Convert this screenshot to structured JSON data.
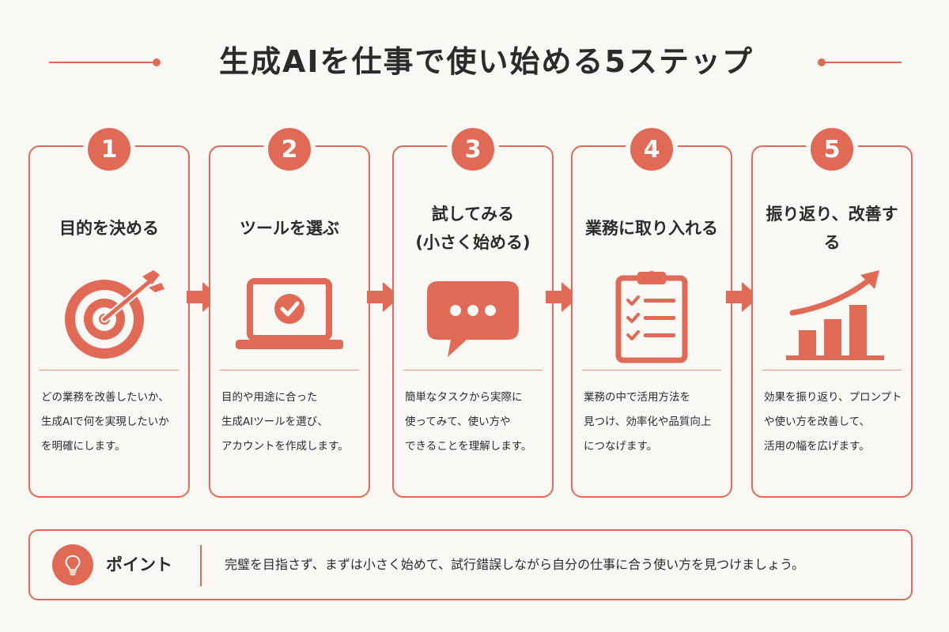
{
  "title": "生成AIを仕事で使い始める5ステップ",
  "colors": {
    "accent": "#e06a55",
    "background": "#faf8f5",
    "text": "#2b2b2b"
  },
  "steps": [
    {
      "number": "1",
      "title": "目的を決める",
      "icon": "target-icon",
      "description": "どの業務を改善したいか、\n生成AIで何を実現したいか\nを明確にします。"
    },
    {
      "number": "2",
      "title": "ツールを選ぶ",
      "icon": "laptop-check-icon",
      "description": "目的や用途に合った\n生成AIツールを選び、\nアカウントを作成します。"
    },
    {
      "number": "3",
      "title": "試してみる\n(小さく始める)",
      "icon": "chat-bubble-icon",
      "description": "簡単なタスクから実際に\n使ってみて、使い方や\nできることを理解します。"
    },
    {
      "number": "4",
      "title": "業務に取り入れる",
      "icon": "clipboard-checklist-icon",
      "description": "業務の中で活用方法を\n見つけ、効率化や品質向上\nにつなげます。"
    },
    {
      "number": "5",
      "title": "振り返り、改善する",
      "icon": "growth-chart-icon",
      "description": "効果を振り返り、プロンプト\nや使い方を改善して、\n活用の幅を広げます。"
    }
  ],
  "point": {
    "icon": "lightbulb-icon",
    "label": "ポイント",
    "text": "完璧を目指さず、まずは小さく始めて、試行錯誤しながら自分の仕事に合う使い方を見つけましょう。"
  }
}
